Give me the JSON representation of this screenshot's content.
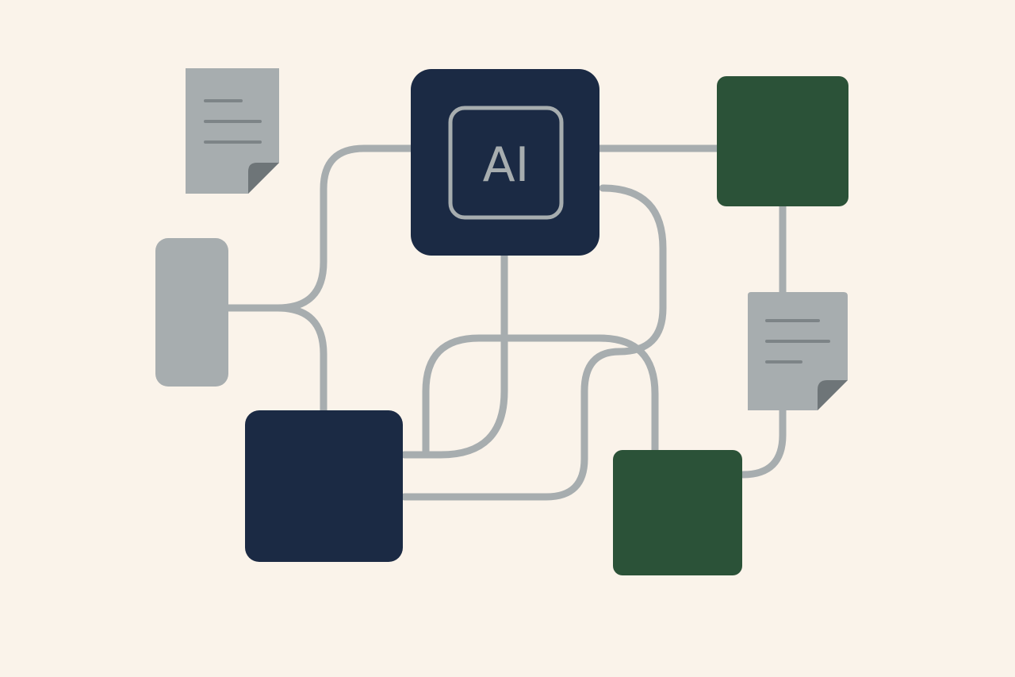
{
  "diagram": {
    "ai_label": "AI",
    "colors": {
      "background": "#faf3ea",
      "navy": "#1b2a44",
      "green": "#2b5238",
      "gray": "#a7adaf",
      "line": "#a7adaf",
      "doc_lines": "#7d8487",
      "doc_fold": "#6e7578",
      "ai_frame": "#a7adaf"
    },
    "nodes": [
      {
        "name": "ai-node",
        "kind": "ai-box",
        "color": "navy"
      },
      {
        "name": "top-document-node",
        "kind": "document",
        "color": "gray"
      },
      {
        "name": "top-right-green-node",
        "kind": "box",
        "color": "green"
      },
      {
        "name": "left-gray-pill-node",
        "kind": "pill",
        "color": "gray"
      },
      {
        "name": "right-document-node",
        "kind": "document",
        "color": "gray"
      },
      {
        "name": "bottom-left-navy-node",
        "kind": "box",
        "color": "navy"
      },
      {
        "name": "bottom-right-green-node",
        "kind": "box",
        "color": "green"
      }
    ]
  }
}
